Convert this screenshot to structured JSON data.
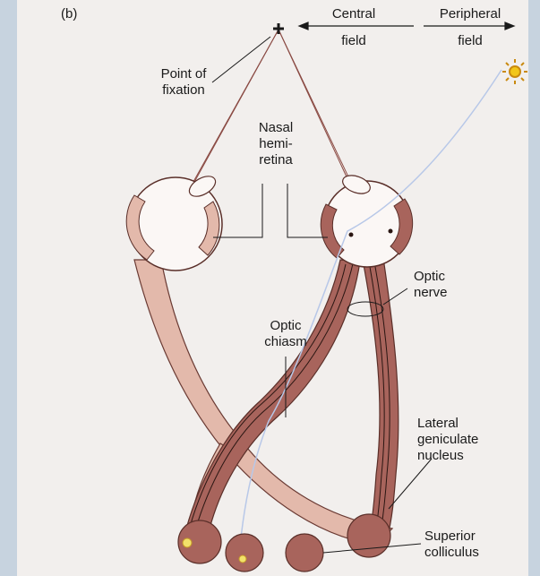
{
  "panel_label": "(b)",
  "labels": {
    "central_field": [
      "Central",
      "field"
    ],
    "peripheral_field": [
      "Peripheral",
      "field"
    ],
    "point_of_fixation": [
      "Point of",
      "fixation"
    ],
    "nasal_hemiretina": [
      "Nasal",
      "hemi-",
      "retina"
    ],
    "optic_nerve": [
      "Optic",
      "nerve"
    ],
    "optic_chiasm": [
      "Optic",
      "chiasm"
    ],
    "lateral_geniculate_nucleus": [
      "Lateral",
      "geniculate",
      "nucleus"
    ],
    "superior_colliculus": [
      "Superior",
      "colliculus"
    ]
  },
  "icons": {
    "fixation": "plus-marker-icon",
    "light_source": "sun-icon"
  },
  "colors": {
    "frame": "#c7d3df",
    "paper": "#f2efed",
    "pale_pathway": "#e3b9ab",
    "dark_pathway": "#9a5a52",
    "outline": "#5a2f29",
    "light_ray": "#b8c8e8",
    "sun": "#f2c61a"
  }
}
